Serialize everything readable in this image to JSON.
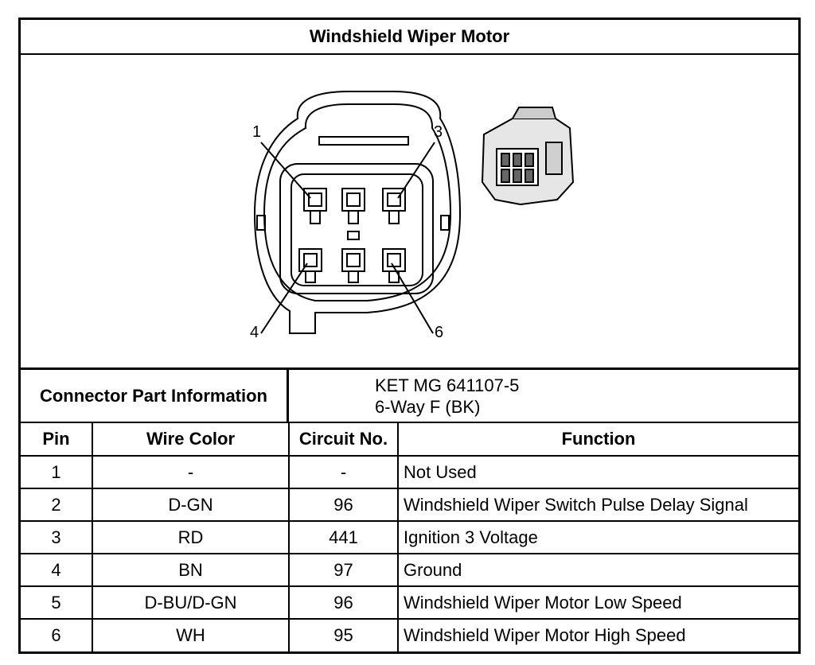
{
  "title": "Windshield Wiper Motor",
  "diagram": {
    "pin_callouts": [
      "1",
      "3",
      "4",
      "6"
    ],
    "icons": [
      "connector-face-drawing",
      "connector-photo"
    ]
  },
  "connector_info": {
    "label": "Connector Part Information",
    "part_number": "KET MG 641107-5",
    "description": "6-Way F (BK)"
  },
  "pin_table": {
    "headers": {
      "pin": "Pin",
      "wire_color": "Wire Color",
      "circuit": "Circuit No.",
      "function": "Function"
    },
    "rows": [
      {
        "pin": "1",
        "wire_color": "-",
        "circuit": "-",
        "function": "Not Used"
      },
      {
        "pin": "2",
        "wire_color": "D-GN",
        "circuit": "96",
        "function": "Windshield Wiper Switch Pulse Delay Signal"
      },
      {
        "pin": "3",
        "wire_color": "RD",
        "circuit": "441",
        "function": "Ignition 3 Voltage"
      },
      {
        "pin": "4",
        "wire_color": "BN",
        "circuit": "97",
        "function": "Ground"
      },
      {
        "pin": "5",
        "wire_color": "D-BU/D-GN",
        "circuit": "96",
        "function": "Windshield Wiper Motor Low Speed"
      },
      {
        "pin": "6",
        "wire_color": "WH",
        "circuit": "95",
        "function": "Windshield Wiper Motor High Speed"
      }
    ]
  }
}
